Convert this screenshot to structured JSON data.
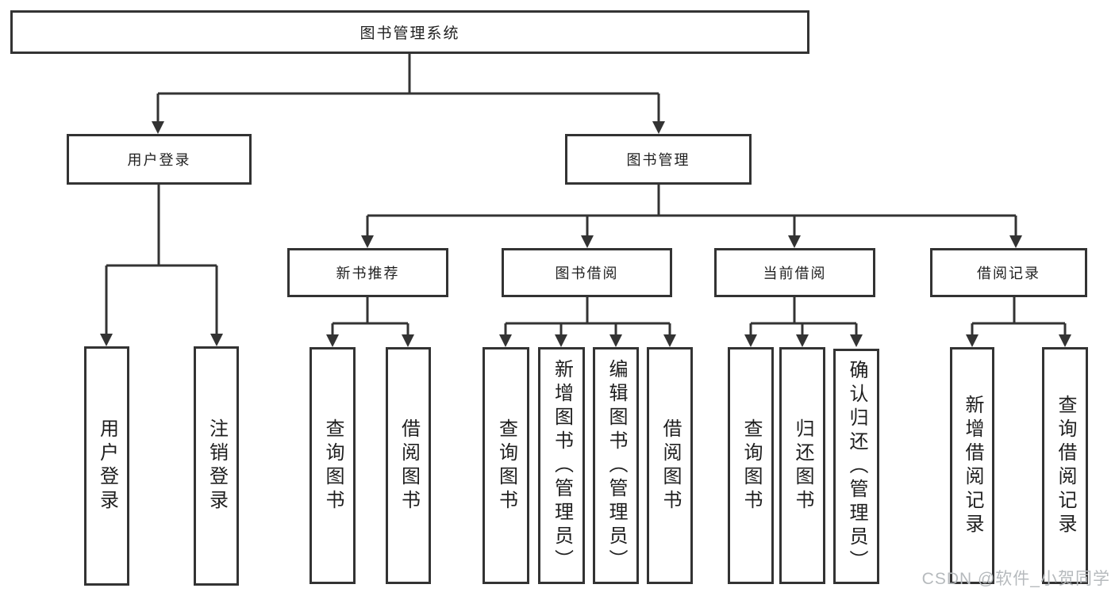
{
  "diagram_title": "图书管理系统",
  "watermark": {
    "text": "CSDN @软件_小贺同学",
    "color": "#b6babd"
  },
  "colors": {
    "line": "#333333",
    "box_border": "#333333",
    "box_fill": "#ffffff",
    "text": "#1f1f1f",
    "background": "#ffffff"
  },
  "hierarchy": {
    "label": "图书管理系统",
    "children": [
      {
        "label": "用户登录",
        "children": [
          {
            "label": "用户登录"
          },
          {
            "label": "注销登录"
          }
        ]
      },
      {
        "label": "图书管理",
        "children": [
          {
            "label": "新书推荐",
            "children": [
              {
                "label": "查询图书"
              },
              {
                "label": "借阅图书"
              }
            ]
          },
          {
            "label": "图书借阅",
            "children": [
              {
                "label": "查询图书"
              },
              {
                "label": "新增图书（管理员）"
              },
              {
                "label": "编辑图书（管理员）"
              },
              {
                "label": "借阅图书"
              }
            ]
          },
          {
            "label": "当前借阅",
            "children": [
              {
                "label": "查询图书"
              },
              {
                "label": "归还图书"
              },
              {
                "label": "确认归还（管理员）"
              }
            ]
          },
          {
            "label": "借阅记录",
            "children": [
              {
                "label": "新增借阅记录"
              },
              {
                "label": "查询借阅记录"
              }
            ]
          }
        ]
      }
    ]
  }
}
